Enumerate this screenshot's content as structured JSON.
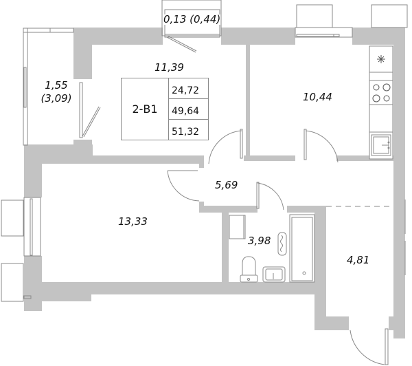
{
  "plan": {
    "apartment_code": "2-В1",
    "areas": {
      "living": "24,72",
      "total": "49,64",
      "total_with_balcony": "51,32"
    },
    "rooms": [
      {
        "id": "loggia",
        "area": "1,55",
        "area_secondary": "(3,09)"
      },
      {
        "id": "balcony",
        "area": "0,13 (0,44)"
      },
      {
        "id": "bedroom",
        "area": "11,39"
      },
      {
        "id": "kitchen",
        "area": "10,44"
      },
      {
        "id": "hallway",
        "area": "5,69"
      },
      {
        "id": "living-room",
        "area": "13,33"
      },
      {
        "id": "bathroom",
        "area": "3,98"
      },
      {
        "id": "entrance-hall",
        "area": "4,81"
      }
    ],
    "colors": {
      "wall": "#c3c3c3",
      "line": "#8a8a8a",
      "text": "#111111",
      "background": "#ffffff"
    },
    "icons": {
      "hood": "asterisk-icon",
      "stove": "stove-burners-icon",
      "sink": "kitchen-sink-icon",
      "toilet": "toilet-icon",
      "washbasin": "washbasin-icon",
      "bathtub": "bathtub-icon",
      "towel-dryer": "towel-dryer-icon"
    }
  }
}
